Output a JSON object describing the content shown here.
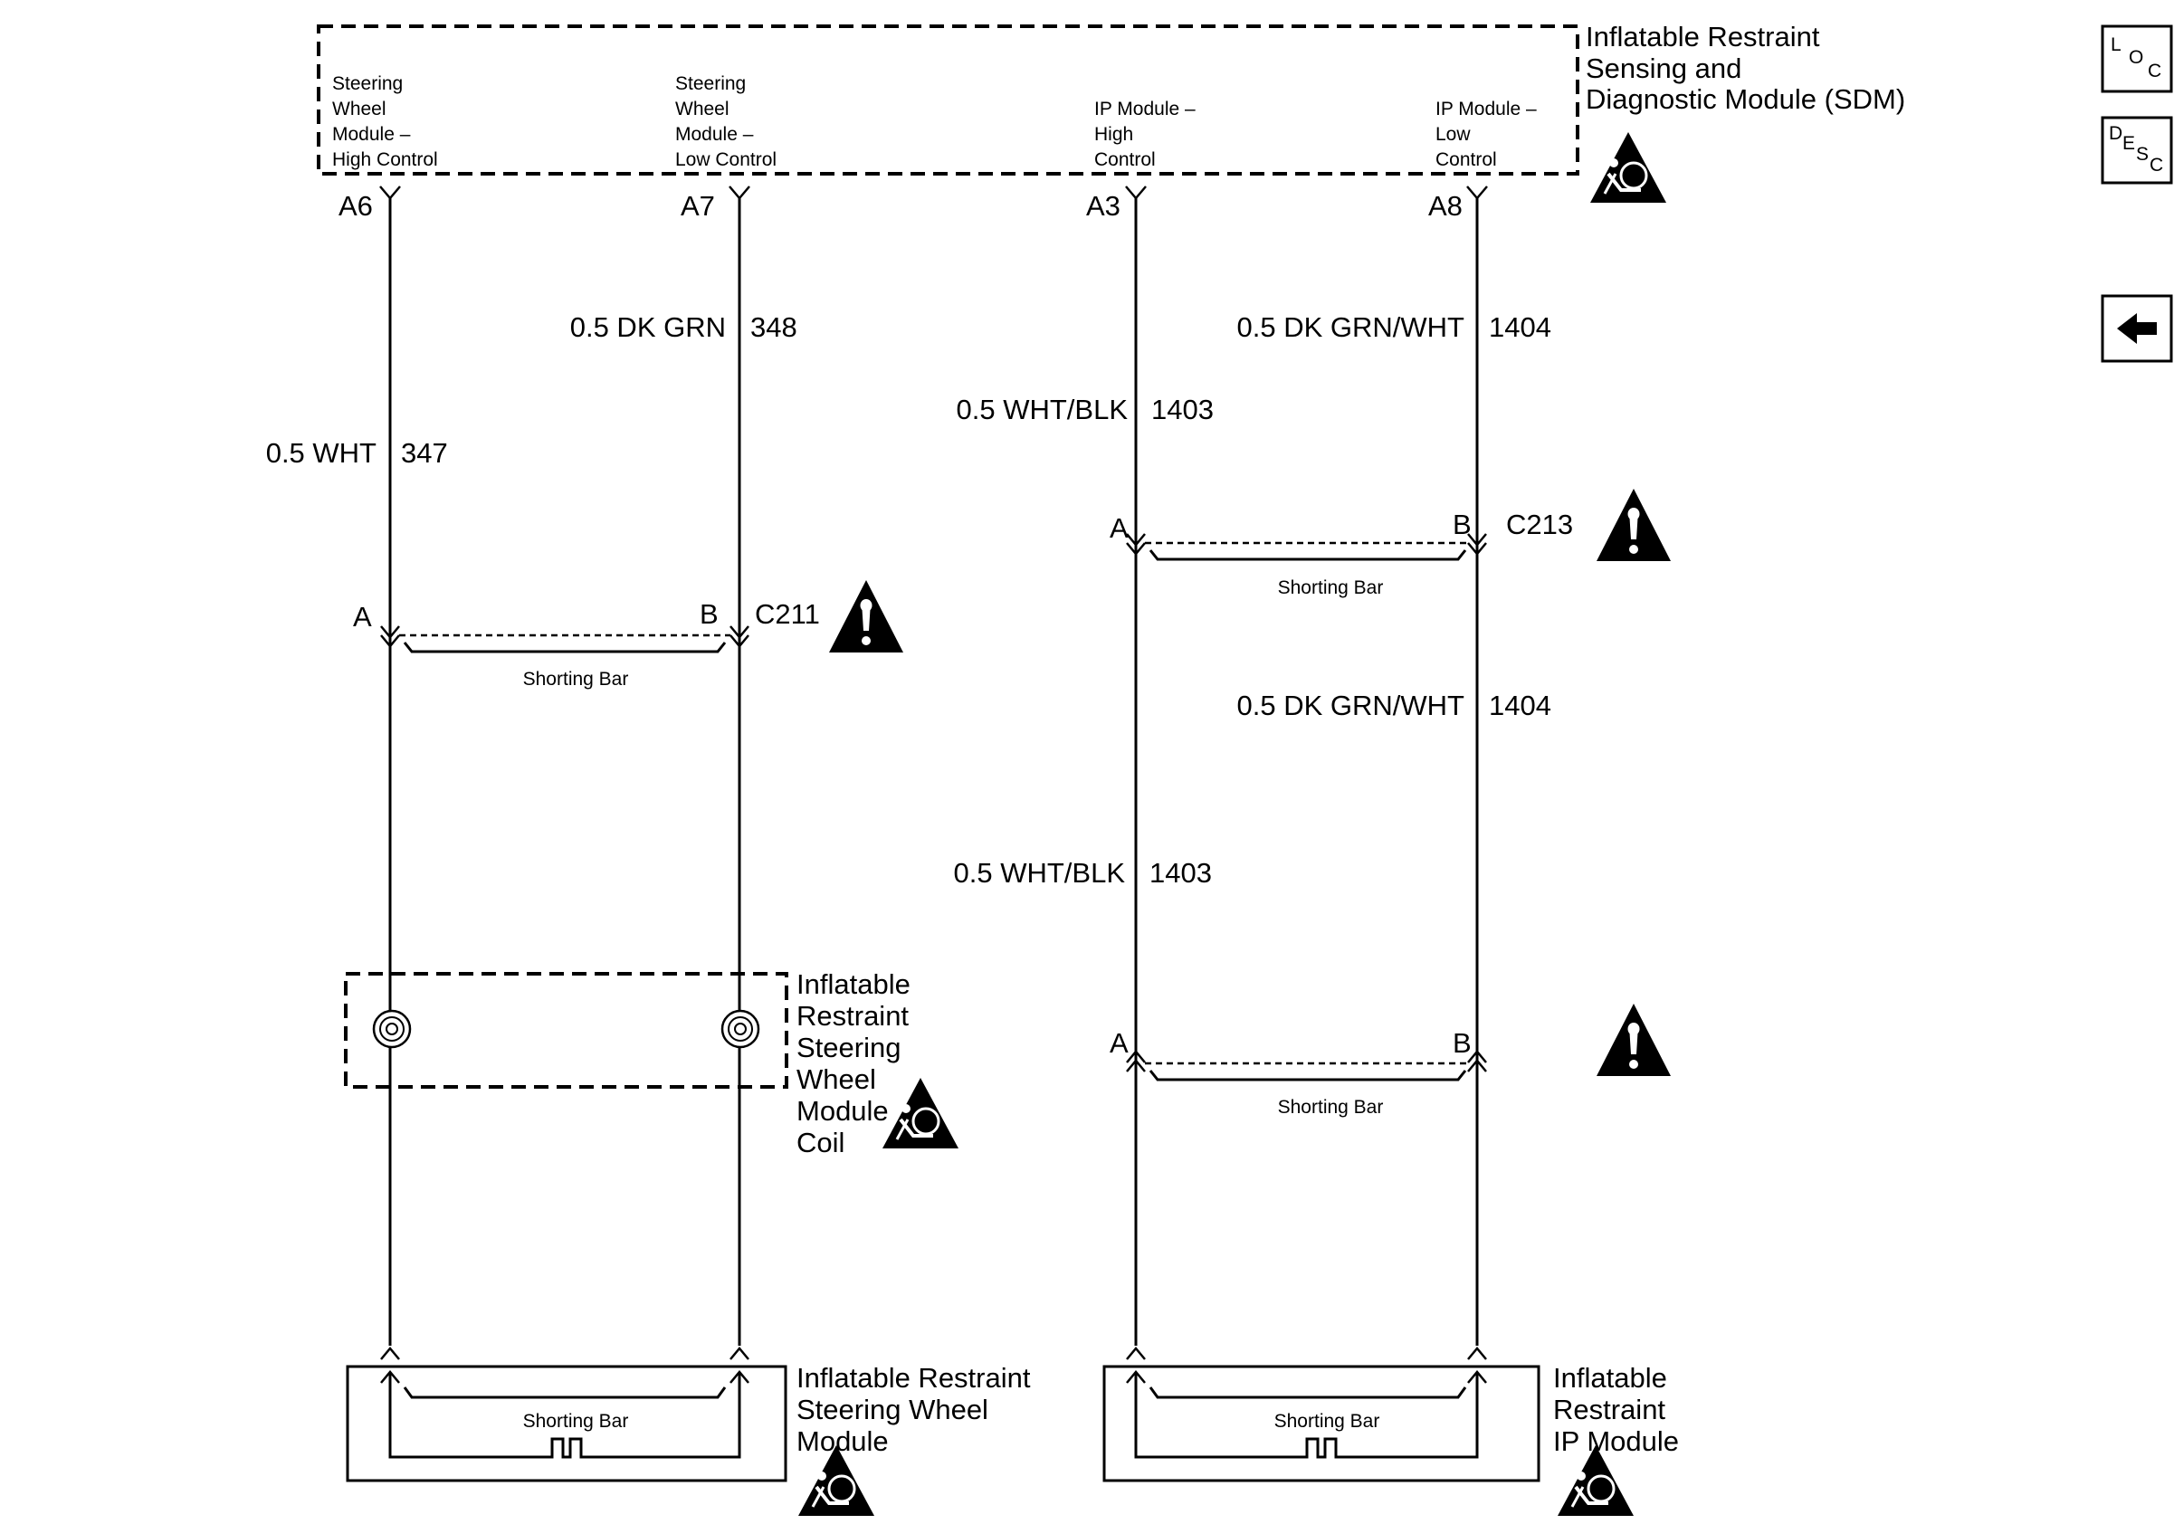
{
  "sdm": {
    "title_lines": [
      "Inflatable Restraint",
      "Sensing and",
      "Diagnostic Module (SDM)"
    ],
    "circuits": [
      {
        "lines": [
          "Steering",
          "Wheel",
          "Module –",
          "High Control"
        ],
        "pin": "A6"
      },
      {
        "lines": [
          "Steering",
          "Wheel",
          "Module –",
          "Low Control"
        ],
        "pin": "A7"
      },
      {
        "lines": [
          "IP Module –",
          "High",
          "Control"
        ],
        "pin": "A3"
      },
      {
        "lines": [
          "IP Module –",
          "Low",
          "Control"
        ],
        "pin": "A8"
      }
    ]
  },
  "wires": {
    "w347": {
      "spec": "0.5 WHT",
      "circuit": "347"
    },
    "w348": {
      "spec": "0.5 DK GRN",
      "circuit": "348"
    },
    "w1403_upper": {
      "spec": "0.5 WHT/BLK",
      "circuit": "1403"
    },
    "w1404_upper": {
      "spec": "0.5 DK GRN/WHT",
      "circuit": "1404"
    },
    "w1403_lower": {
      "spec": "0.5 WHT/BLK",
      "circuit": "1403"
    },
    "w1404_lower": {
      "spec": "0.5 DK GRN/WHT",
      "circuit": "1404"
    }
  },
  "connectors": {
    "c211": {
      "name": "C211",
      "pin_a": "A",
      "pin_b": "B",
      "shorting_bar": "Shorting Bar"
    },
    "c213": {
      "name": "C213",
      "pin_a": "A",
      "pin_b": "B",
      "shorting_bar": "Shorting Bar"
    },
    "lower_ip": {
      "pin_a": "A",
      "pin_b": "B",
      "shorting_bar": "Shorting Bar"
    }
  },
  "coil": {
    "lines": [
      "Inflatable",
      "Restraint",
      "Steering",
      "Wheel",
      "Module",
      "Coil"
    ]
  },
  "steering_module": {
    "lines": [
      "Inflatable Restraint",
      "Steering Wheel",
      "Module"
    ],
    "shorting_bar": "Shorting Bar"
  },
  "ip_module": {
    "lines": [
      "Inflatable",
      "Restraint",
      "IP Module"
    ],
    "shorting_bar": "Shorting Bar"
  },
  "side_buttons": {
    "loc": {
      "letter1": "L",
      "letter2": "O",
      "letter3": "C"
    },
    "desc": {
      "letter1": "D",
      "letter2": "E",
      "letter3": "S",
      "letter4": "C"
    }
  },
  "icons": {
    "airbag": "airbag-warning-icon",
    "caution": "caution-exclamation-icon",
    "back": "back-arrow-icon"
  }
}
